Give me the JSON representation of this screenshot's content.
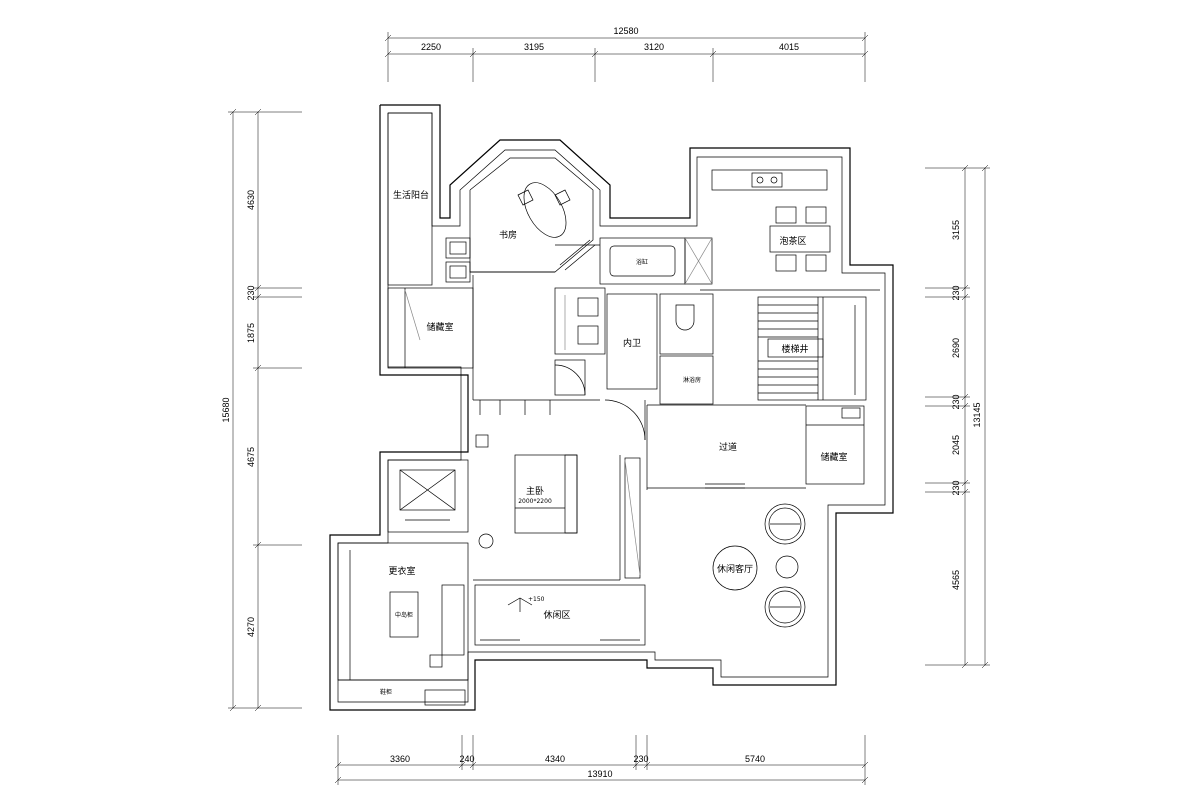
{
  "dimensions": {
    "top_total": "12580",
    "top_segments": [
      "2250",
      "3195",
      "3120",
      "4015"
    ],
    "bottom_total": "13910",
    "bottom_segments": [
      "3360",
      "240",
      "4340",
      "230",
      "5740"
    ],
    "left_total": "15680",
    "left_segments": [
      "4630",
      "230",
      "1875",
      "4675",
      "4270"
    ],
    "right_total": "13145",
    "right_segments": [
      "3155",
      "230",
      "2690",
      "230",
      "2045",
      "230",
      "4565"
    ]
  },
  "rooms": {
    "utility_balcony": "生活阳台",
    "study": "书房",
    "storage_left": "储藏室",
    "bathtub": "浴缸",
    "ensuite_bath": "内卫",
    "shower_room": "淋浴房",
    "tea_area": "泡茶区",
    "stairwell": "楼梯井",
    "corridor": "过道",
    "storage_right": "储藏室",
    "master_bedroom": "主卧",
    "bed_size": "2000*2200",
    "walk_in_closet": "更衣室",
    "island_cabinet": "中岛柜",
    "closet_cabinet": "鞋柜",
    "leisure_area": "休闲区",
    "floor_level": "+150",
    "leisure_lounge": "休闲客厅"
  }
}
